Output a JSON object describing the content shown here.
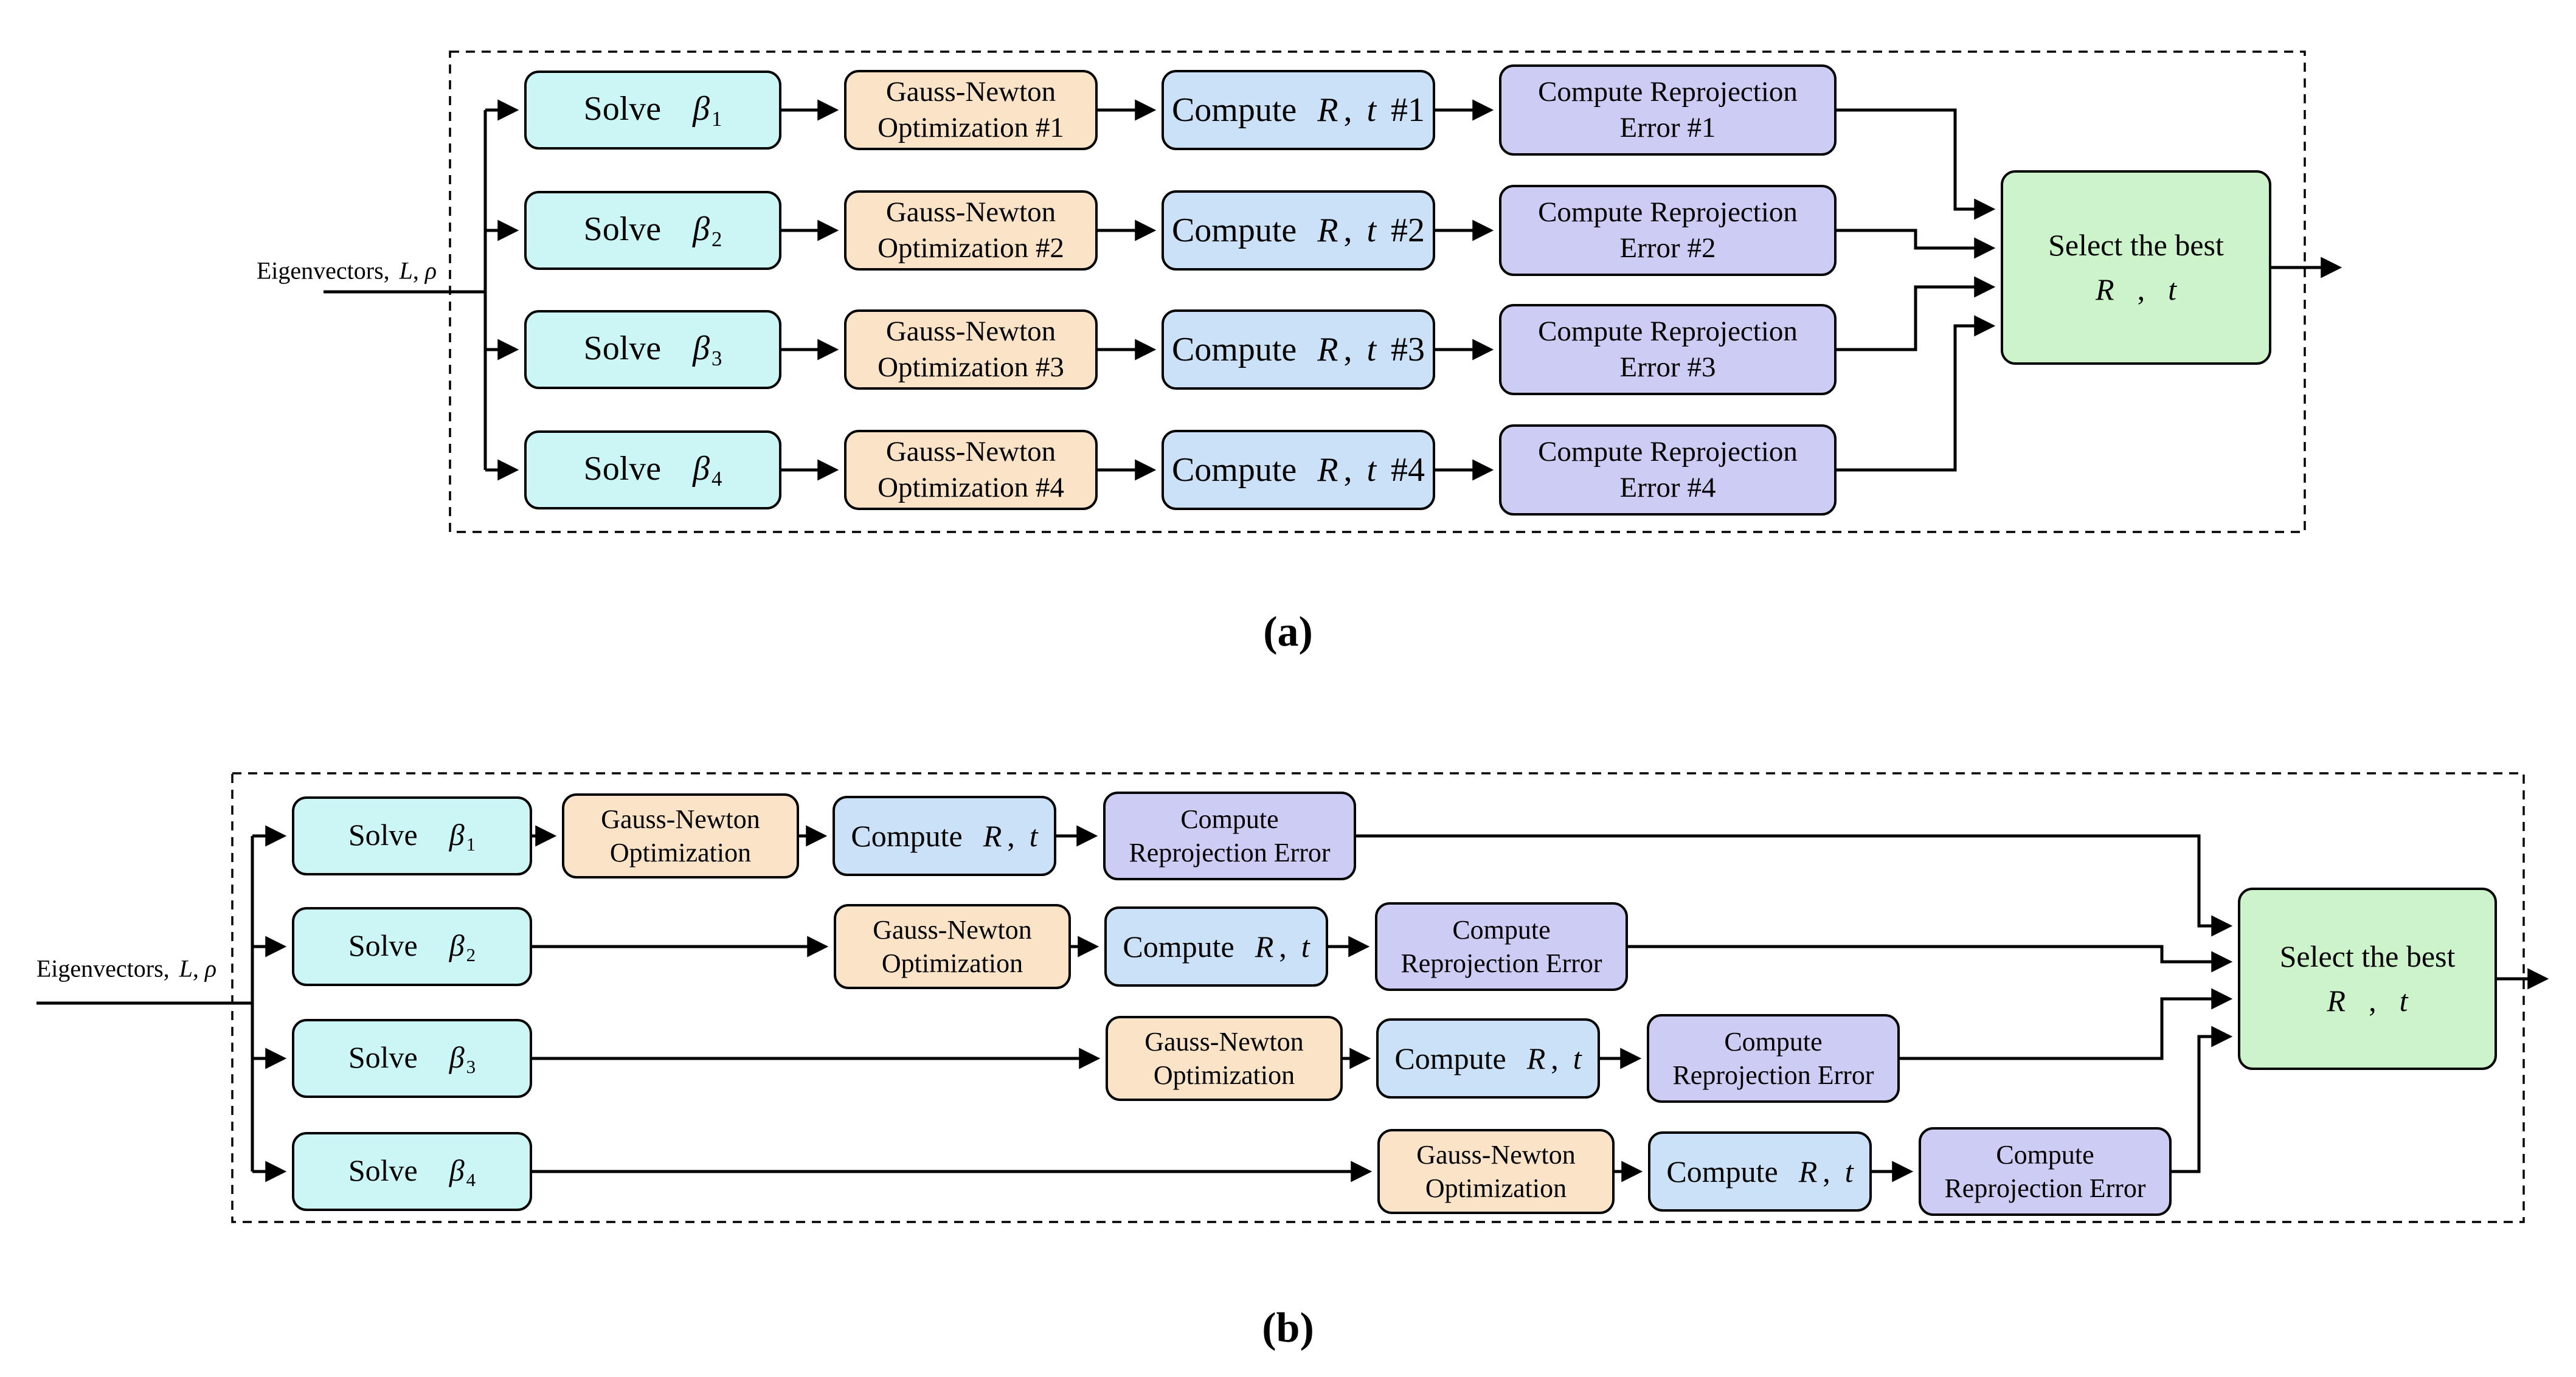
{
  "colors": {
    "c-cyan": "#ccf6f5",
    "c-peach": "#fbe3c8",
    "c-blue": "#cbe1f7",
    "c-purple": "#cdccf4",
    "c-green": "#ccf3c9",
    "c-line": "#000000"
  },
  "figure": {
    "caption_a": "(a)",
    "caption_b": "(b)"
  },
  "input": {
    "prefix": "Eigenvectors,",
    "L": "L",
    "comma": ",",
    "rho": "ρ"
  },
  "diagram_a": {
    "rows": [
      {
        "solve": {
          "label": "Solve",
          "beta": "β",
          "sub": "1"
        },
        "gn": {
          "line1": "Gauss-Newton",
          "line2": "Optimization #1"
        },
        "compute": {
          "label": "Compute",
          "R": "R",
          "comma": ",",
          "t": "t",
          "num": "#1"
        },
        "error": {
          "line1": "Compute Reprojection",
          "line2": "Error #1"
        }
      },
      {
        "solve": {
          "label": "Solve",
          "beta": "β",
          "sub": "2"
        },
        "gn": {
          "line1": "Gauss-Newton",
          "line2": "Optimization #2"
        },
        "compute": {
          "label": "Compute",
          "R": "R",
          "comma": ",",
          "t": "t",
          "num": "#2"
        },
        "error": {
          "line1": "Compute Reprojection",
          "line2": "Error #2"
        }
      },
      {
        "solve": {
          "label": "Solve",
          "beta": "β",
          "sub": "3"
        },
        "gn": {
          "line1": "Gauss-Newton",
          "line2": "Optimization #3"
        },
        "compute": {
          "label": "Compute",
          "R": "R",
          "comma": ",",
          "t": "t",
          "num": "#3"
        },
        "error": {
          "line1": "Compute Reprojection",
          "line2": "Error #3"
        }
      },
      {
        "solve": {
          "label": "Solve",
          "beta": "β",
          "sub": "4"
        },
        "gn": {
          "line1": "Gauss-Newton",
          "line2": "Optimization #4"
        },
        "compute": {
          "label": "Compute",
          "R": "R",
          "comma": ",",
          "t": "t",
          "num": "#4"
        },
        "error": {
          "line1": "Compute Reprojection",
          "line2": "Error #4"
        }
      }
    ],
    "select": {
      "line1": "Select the best",
      "R": "R",
      "comma": ",",
      "t": "t"
    }
  },
  "diagram_b": {
    "rows": [
      {
        "solve": {
          "label": "Solve",
          "beta": "β",
          "sub": "1"
        },
        "gn": {
          "line1": "Gauss-Newton",
          "line2": "Optimization"
        },
        "compute": {
          "label": "Compute",
          "R": "R",
          "comma": ",",
          "t": "t"
        },
        "error": {
          "line1": "Compute",
          "line2": "Reprojection Error"
        }
      },
      {
        "solve": {
          "label": "Solve",
          "beta": "β",
          "sub": "2"
        },
        "gn": {
          "line1": "Gauss-Newton",
          "line2": "Optimization"
        },
        "compute": {
          "label": "Compute",
          "R": "R",
          "comma": ",",
          "t": "t"
        },
        "error": {
          "line1": "Compute",
          "line2": "Reprojection Error"
        }
      },
      {
        "solve": {
          "label": "Solve",
          "beta": "β",
          "sub": "3"
        },
        "gn": {
          "line1": "Gauss-Newton",
          "line2": "Optimization"
        },
        "compute": {
          "label": "Compute",
          "R": "R",
          "comma": ",",
          "t": "t"
        },
        "error": {
          "line1": "Compute",
          "line2": "Reprojection Error"
        }
      },
      {
        "solve": {
          "label": "Solve",
          "beta": "β",
          "sub": "4"
        },
        "gn": {
          "line1": "Gauss-Newton",
          "line2": "Optimization"
        },
        "compute": {
          "label": "Compute",
          "R": "R",
          "comma": ",",
          "t": "t"
        },
        "error": {
          "line1": "Compute",
          "line2": "Reprojection Error"
        }
      }
    ],
    "select": {
      "line1": "Select the best",
      "R": "R",
      "comma": ",",
      "t": "t"
    }
  }
}
